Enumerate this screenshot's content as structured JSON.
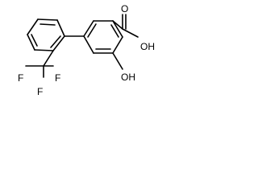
{
  "molecule": {
    "atom_labels": {
      "carbonyl_oxygen": "O",
      "hydroxyl_acid": "OH",
      "phenol_hydroxyl": "OH",
      "fluorine_left": "F",
      "fluorine_top_right": "F",
      "fluorine_bottom": "F"
    }
  }
}
